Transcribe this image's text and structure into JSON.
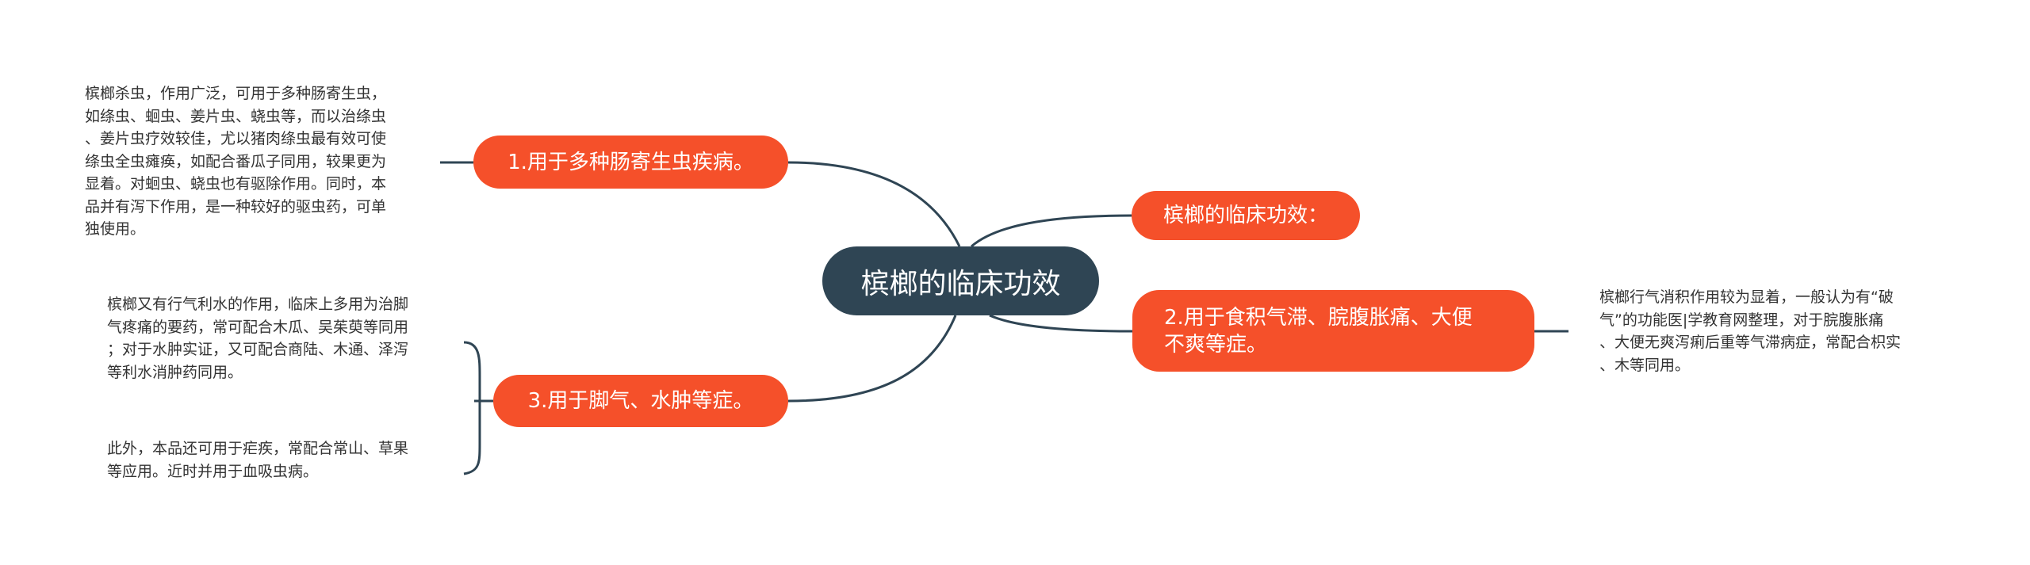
{
  "central": {
    "label": "槟榔的临床功效"
  },
  "branches": [
    {
      "label": "1.用于多种肠寄生虫疾病。"
    },
    {
      "label": "槟榔的临床功效："
    },
    {
      "label_lines": [
        "2.用于食积气滞、脘腹胀痛、大便",
        "不爽等症。"
      ]
    },
    {
      "label": "3.用于脚气、水肿等症。"
    }
  ],
  "leaves": {
    "parasite": [
      "槟榔杀虫，作用广泛，可用于多种肠寄生虫，",
      "如绦虫、蛔虫、姜片虫、蛲虫等，而以治绦虫",
      "、姜片虫疗效较佳，尤以猪肉绦虫最有效可使",
      "绦虫全虫瘫痪，如配合番瓜子同用，较果更为",
      "显着。对蛔虫、蛲虫也有驱除作用。同时，本",
      "品并有泻下作用，是一种较好的驱虫药，可单",
      "独使用。"
    ],
    "qi_stagnation": [
      "槟榔行气消积作用较为显着，一般认为有“破",
      "气”的功能医|学教育网整理，对于脘腹胀痛",
      "、大便无爽泻痢后重等气滞病症，常配合枳实",
      "、木等同用。"
    ],
    "beriberi_edema": [
      "槟榔又有行气利水的作用，临床上多用为治脚",
      "气疼痛的要药，常可配合木瓜、吴茱萸等同用",
      "；对于水肿实证，又可配合商陆、木通、泽泻",
      "等利水消肿药同用。"
    ],
    "malaria": [
      "此外，本品还可用于疟疾，常配合常山、草果",
      "等应用。近时并用于血吸虫病。"
    ]
  },
  "colors": {
    "central": "#2f4554",
    "branch": "#f5502a",
    "connector": "#2f4554",
    "text": "#333333"
  }
}
